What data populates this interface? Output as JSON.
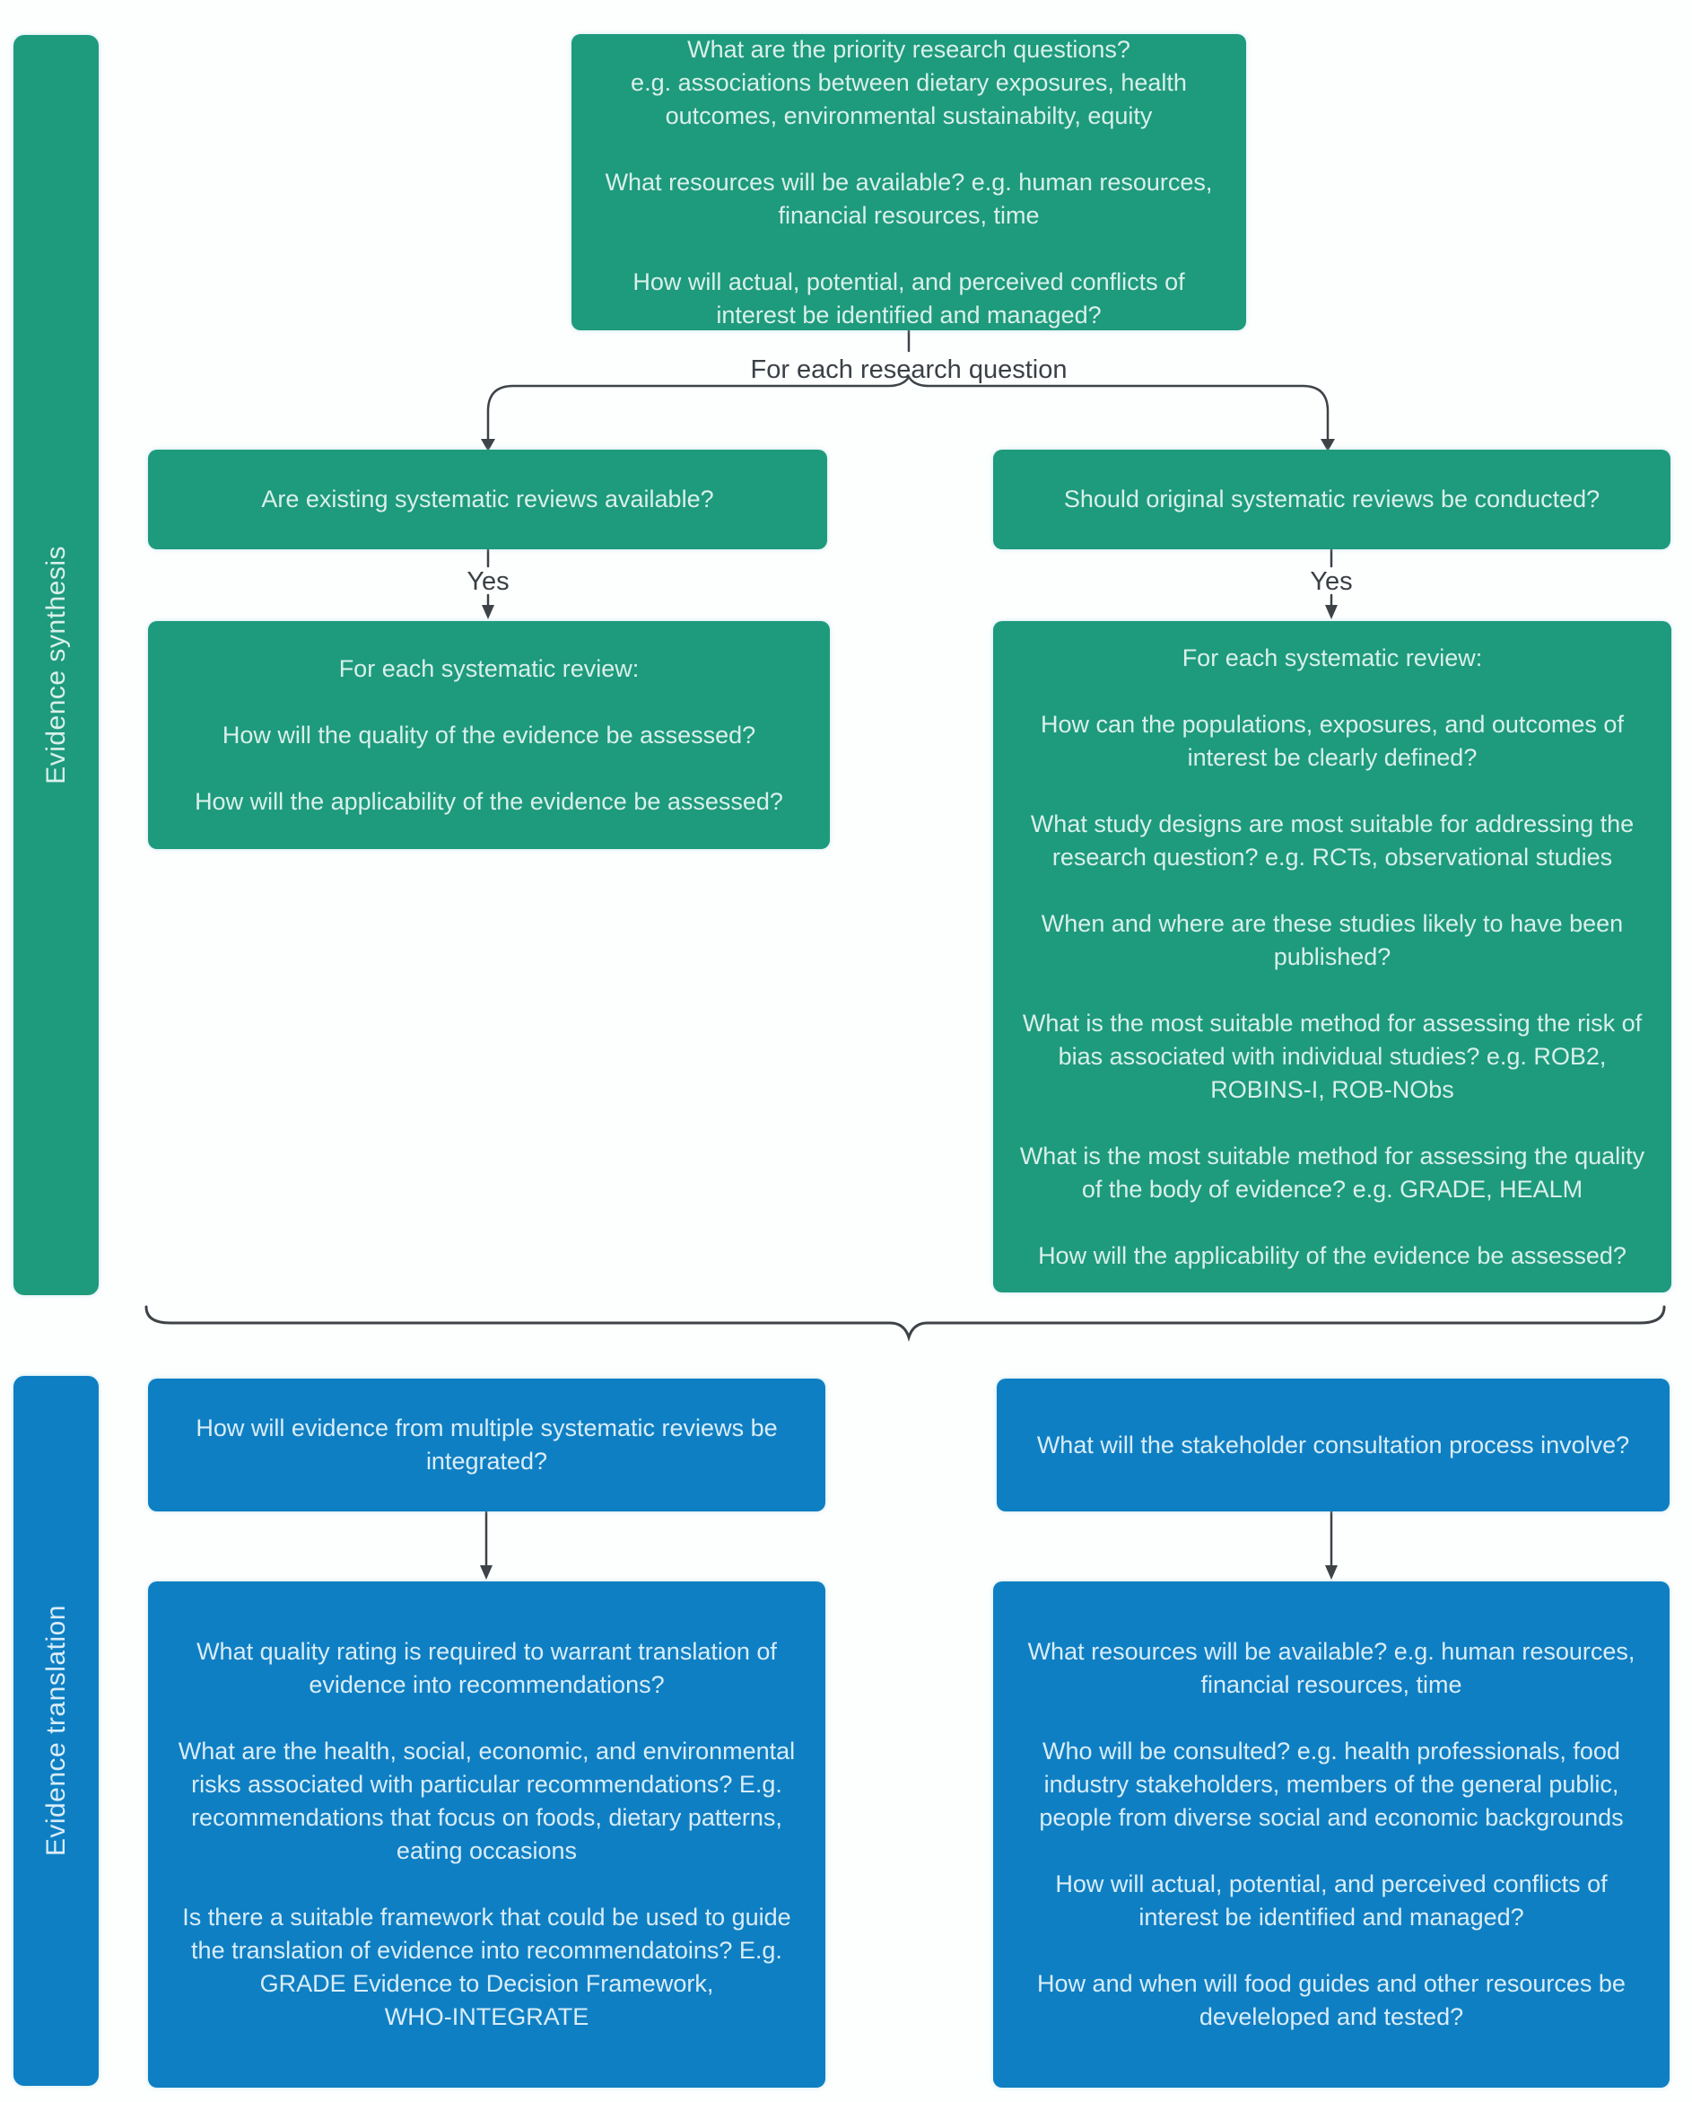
{
  "palette": {
    "green": "#1e9a7d",
    "blue": "#0f7fc3",
    "green_box_text": "#d9f0ea",
    "blue_box_text": "#d9edf8",
    "connector_line": "#3d4347",
    "connector_label_text": "#3a4045",
    "background": "#fdfefe"
  },
  "sidebars": {
    "synthesis": {
      "label": "Evidence synthesis"
    },
    "translation": {
      "label": "Evidence translation"
    }
  },
  "connectors": {
    "research_question_label": "For each research question",
    "yes_left": "Yes",
    "yes_right": "Yes"
  },
  "synthesis": {
    "priority_box": [
      "What are the priority research questions?\ne.g. associations between dietary exposures, health outcomes, environmental sustainabilty, equity",
      "What resources will be available? e.g. human resources, financial resources, time",
      "How will actual, potential, and perceived conflicts of interest be identified and managed?"
    ],
    "existing_reviews_box": "Are existing systematic reviews available?",
    "original_reviews_box": "Should original systematic reviews be conducted?",
    "existing_detail_box": [
      "For each systematic review:",
      "How will the quality of the evidence be assessed?",
      "How will the applicability of the evidence be assessed?"
    ],
    "original_detail_box": [
      "For each systematic review:",
      "How can the populations, exposures, and outcomes of interest be clearly defined?",
      "What study designs are most suitable for addressing the research question? e.g. RCTs, observational studies",
      "When and where are these studies likely to have been published?",
      "What is the most suitable method for assessing the risk of bias associated with individual studies? e.g. ROB2, ROBINS-I, ROB-NObs",
      "What is the most suitable method for assessing the quality of the body of evidence? e.g. GRADE, HEALM",
      "How will the applicability of the evidence be assessed?"
    ]
  },
  "translation": {
    "integration_box": "How will evidence from multiple systematic reviews be integrated?",
    "stakeholder_box": "What will the stakeholder consultation process involve?",
    "integration_detail_box": [
      "What quality rating is required to warrant translation of evidence into recommendations?",
      "What are the health, social, economic, and environmental risks associated with particular recommendations? E.g. recommendations that focus on foods, dietary patterns, eating occasions",
      "Is there a suitable framework that could be used to guide the translation of evidence into recommendatoins? E.g. GRADE Evidence to Decision Framework,\nWHO-INTEGRATE"
    ],
    "stakeholder_detail_box": [
      "What resources will be available? e.g. human resources, financial resources, time",
      "Who will be consulted? e.g. health professionals, food industry stakeholders, members of the general public, people from diverse social and economic backgrounds",
      "How will actual, potential, and perceived conflicts of interest be identified and managed?",
      "How and when will food guides and other resources be develeloped and tested?"
    ]
  }
}
